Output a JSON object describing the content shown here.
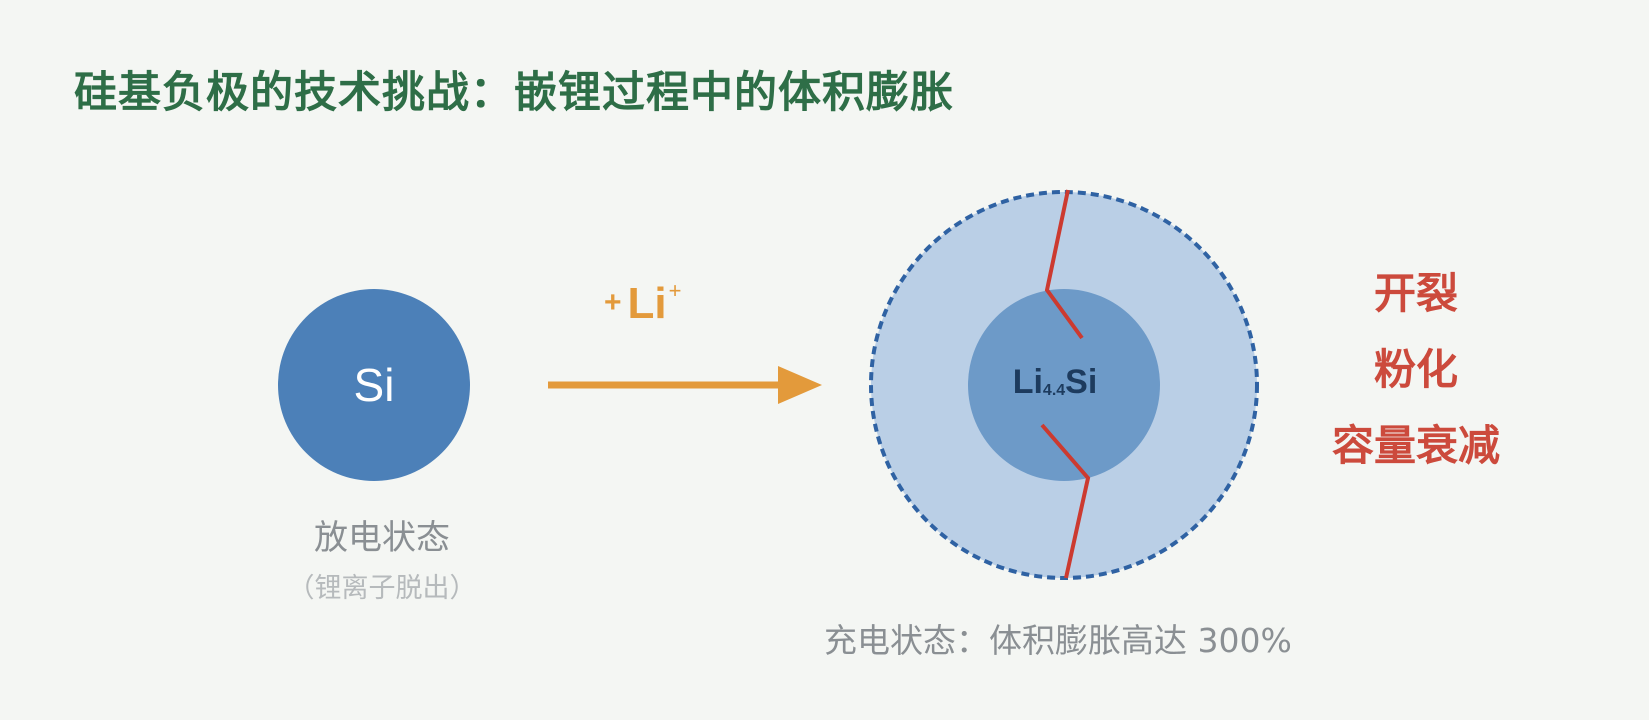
{
  "title": "硅基负极的技术挑战：嵌锂过程中的体积膨胀",
  "discharge": {
    "element": "Si",
    "state_label": "放电状态",
    "state_note": "（锂离子脱出）"
  },
  "reaction": {
    "plus": "+",
    "ion": "Li",
    "charge": "+"
  },
  "charged": {
    "formula_main": "Li",
    "formula_sub": "4.4",
    "formula_end": "Si",
    "state_label": "充电状态：体积膨胀高达 300%"
  },
  "effects": [
    "开裂",
    "粉化",
    "容量衰减"
  ],
  "colors": {
    "title": "#2e6e47",
    "si": "#4c80b8",
    "arrow": "#e39a3b",
    "shell": "#bacfe6",
    "shell_border": "#2f62a3",
    "core": "#6d9ac8",
    "crack": "#cc3a30",
    "effect": "#cc4a3c"
  }
}
